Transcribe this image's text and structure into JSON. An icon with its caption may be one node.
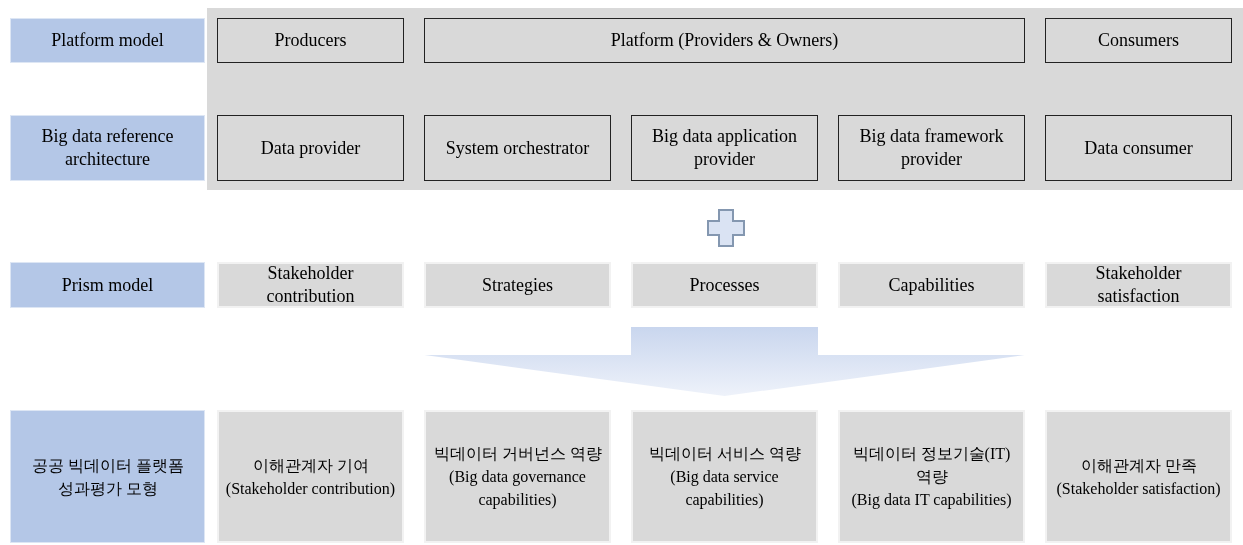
{
  "diagram": {
    "nodes": [
      {
        "text": [
          "Platform model"
        ]
      },
      {
        "text": [
          "Producers"
        ]
      },
      {
        "text": [
          "Platform (Providers & Owners)"
        ]
      },
      {
        "text": [
          "Consumers"
        ]
      },
      {
        "text": [
          "Big data reference architecture"
        ]
      },
      {
        "text": [
          "Data provider"
        ]
      },
      {
        "text": [
          "System orchestrator"
        ]
      },
      {
        "text": [
          "Big data application provider"
        ]
      },
      {
        "text": [
          "Big data framework provider"
        ]
      },
      {
        "text": [
          "Data consumer"
        ]
      },
      {
        "text": [
          "Prism model"
        ]
      },
      {
        "text": [
          "Stakeholder contribution"
        ]
      },
      {
        "text": [
          "Strategies"
        ]
      },
      {
        "text": [
          "Processes"
        ]
      },
      {
        "text": [
          "Capabilities"
        ]
      },
      {
        "text": [
          "Stakeholder satisfaction"
        ]
      },
      {
        "text": [
          "공공 빅데이터 플랫폼 성과평가 모형"
        ]
      },
      {
        "text": [
          "이해관계자 기여",
          "(Stakeholder contribution)"
        ]
      },
      {
        "text": [
          "빅데이터 거버넌스 역량",
          "(Big data governance capabilities)"
        ]
      },
      {
        "text": [
          "빅데이터 서비스 역량",
          "(Big data service capabilities)"
        ]
      },
      {
        "text": [
          "빅데이터 정보기술(IT) 역량",
          "(Big data IT capabilities)"
        ]
      },
      {
        "text": [
          "이해관계자 만족",
          "(Stakeholder satisfaction)"
        ]
      }
    ],
    "edges": [
      {
        "from": 13,
        "to": 19,
        "arrow": "to"
      }
    ]
  }
}
